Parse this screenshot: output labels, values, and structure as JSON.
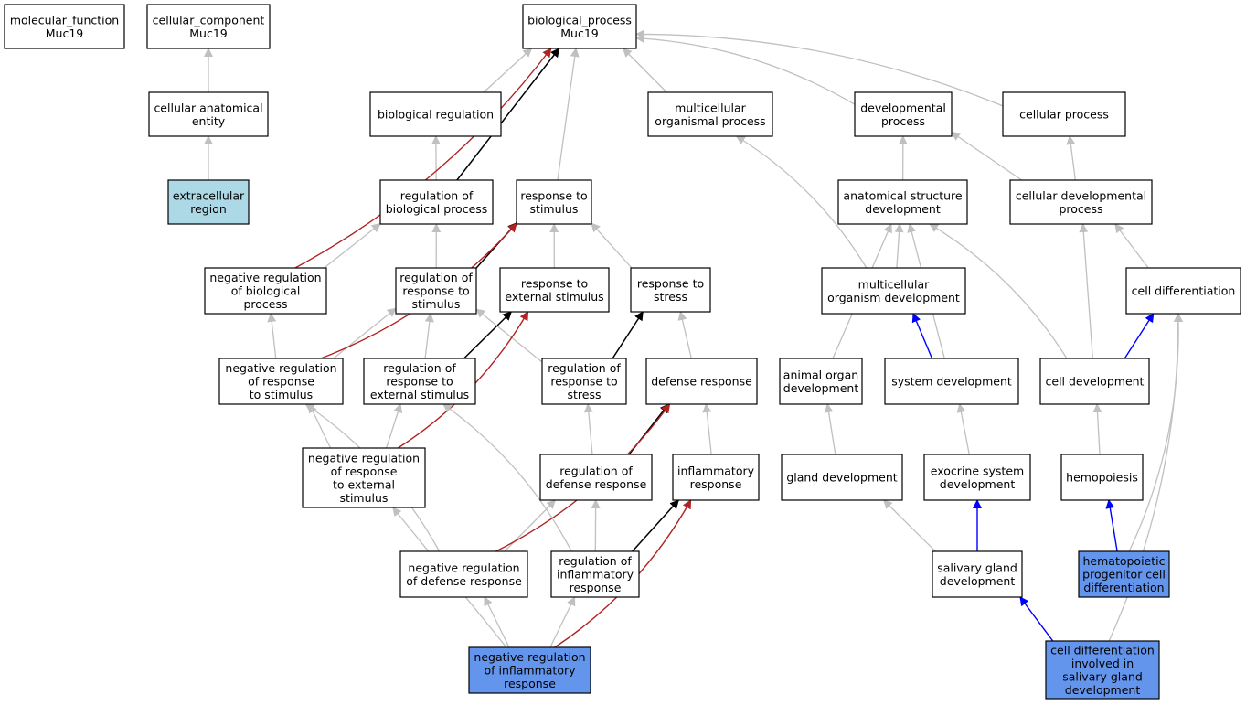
{
  "colors": {
    "node_fill": "#ffffff",
    "highlight_fill": "#6495ed",
    "extracellular_fill": "#add8e6",
    "edge_gray": "#c0c0c0",
    "edge_black": "#000000",
    "edge_red": "#b22222",
    "edge_blue": "#0000ff"
  },
  "nodes": [
    {
      "id": "molecular_function",
      "lines": [
        "molecular_function",
        "Muc19"
      ]
    },
    {
      "id": "cellular_component",
      "lines": [
        "cellular_component",
        "Muc19"
      ]
    },
    {
      "id": "biological_process",
      "lines": [
        "biological_process",
        "Muc19"
      ]
    },
    {
      "id": "cellular_anatomical_entity",
      "lines": [
        "cellular anatomical",
        "entity"
      ]
    },
    {
      "id": "extracellular_region",
      "lines": [
        "extracellular",
        "region"
      ],
      "fill": "extracellular"
    },
    {
      "id": "biological_regulation",
      "lines": [
        "biological regulation"
      ]
    },
    {
      "id": "multicellular_organismal_process",
      "lines": [
        "multicellular",
        "organismal process"
      ]
    },
    {
      "id": "developmental_process",
      "lines": [
        "developmental",
        "process"
      ]
    },
    {
      "id": "cellular_process",
      "lines": [
        "cellular process"
      ]
    },
    {
      "id": "regulation_of_biological_process",
      "lines": [
        "regulation of",
        "biological process"
      ]
    },
    {
      "id": "response_to_stimulus",
      "lines": [
        "response to",
        "stimulus"
      ]
    },
    {
      "id": "anatomical_structure_development",
      "lines": [
        "anatomical structure",
        "development"
      ]
    },
    {
      "id": "cellular_developmental_process",
      "lines": [
        "cellular developmental",
        "process"
      ]
    },
    {
      "id": "negative_regulation_of_biological_process",
      "lines": [
        "negative regulation",
        "of biological",
        "process"
      ]
    },
    {
      "id": "regulation_of_response_to_stimulus",
      "lines": [
        "regulation of",
        "response to",
        "stimulus"
      ]
    },
    {
      "id": "response_to_external_stimulus",
      "lines": [
        "response to",
        "external stimulus"
      ]
    },
    {
      "id": "response_to_stress",
      "lines": [
        "response to",
        "stress"
      ]
    },
    {
      "id": "multicellular_organism_development",
      "lines": [
        "multicellular",
        "organism development"
      ]
    },
    {
      "id": "cell_differentiation",
      "lines": [
        "cell differentiation"
      ]
    },
    {
      "id": "negative_regulation_of_response_to_stimulus",
      "lines": [
        "negative regulation",
        "of response",
        "to stimulus"
      ]
    },
    {
      "id": "regulation_of_response_to_external_stimulus",
      "lines": [
        "regulation of",
        "response to",
        "external stimulus"
      ]
    },
    {
      "id": "regulation_of_response_to_stress",
      "lines": [
        "regulation of",
        "response to",
        "stress"
      ]
    },
    {
      "id": "defense_response",
      "lines": [
        "defense response"
      ]
    },
    {
      "id": "animal_organ_development",
      "lines": [
        "animal organ",
        "development"
      ]
    },
    {
      "id": "system_development",
      "lines": [
        "system development"
      ]
    },
    {
      "id": "cell_development",
      "lines": [
        "cell development"
      ]
    },
    {
      "id": "negative_regulation_of_response_to_external_stimulus",
      "lines": [
        "negative regulation",
        "of response",
        "to external",
        "stimulus"
      ]
    },
    {
      "id": "regulation_of_defense_response",
      "lines": [
        "regulation of",
        "defense response"
      ]
    },
    {
      "id": "inflammatory_response",
      "lines": [
        "inflammatory",
        "response"
      ]
    },
    {
      "id": "gland_development",
      "lines": [
        "gland development"
      ]
    },
    {
      "id": "exocrine_system_development",
      "lines": [
        "exocrine system",
        "development"
      ]
    },
    {
      "id": "hemopoiesis",
      "lines": [
        "hemopoiesis"
      ]
    },
    {
      "id": "negative_regulation_of_defense_response",
      "lines": [
        "negative regulation",
        "of defense response"
      ]
    },
    {
      "id": "regulation_of_inflammatory_response",
      "lines": [
        "regulation of",
        "inflammatory",
        "response"
      ]
    },
    {
      "id": "salivary_gland_development",
      "lines": [
        "salivary gland",
        "development"
      ]
    },
    {
      "id": "hematopoietic_progenitor_cell_differentiation",
      "lines": [
        "hematopoietic",
        "progenitor cell",
        "differentiation"
      ],
      "fill": "highlight"
    },
    {
      "id": "negative_regulation_of_inflammatory_response",
      "lines": [
        "negative regulation",
        "of inflammatory",
        "response"
      ],
      "fill": "highlight"
    },
    {
      "id": "cell_differentiation_involved_in_salivary_gland_development",
      "lines": [
        "cell differentiation",
        "involved in",
        "salivary gland",
        "development"
      ],
      "fill": "highlight"
    }
  ],
  "edges": [
    {
      "from": "cellular_anatomical_entity",
      "to": "cellular_component",
      "type": "is_a"
    },
    {
      "from": "extracellular_region",
      "to": "cellular_anatomical_entity",
      "type": "is_a"
    },
    {
      "from": "biological_regulation",
      "to": "biological_process",
      "type": "is_a"
    },
    {
      "from": "multicellular_organismal_process",
      "to": "biological_process",
      "type": "is_a"
    },
    {
      "from": "developmental_process",
      "to": "biological_process",
      "type": "is_a"
    },
    {
      "from": "cellular_process",
      "to": "biological_process",
      "type": "is_a"
    },
    {
      "from": "regulation_of_biological_process",
      "to": "biological_regulation",
      "type": "is_a"
    },
    {
      "from": "regulation_of_biological_process",
      "to": "biological_process",
      "type": "regulates"
    },
    {
      "from": "response_to_stimulus",
      "to": "biological_process",
      "type": "is_a"
    },
    {
      "from": "negative_regulation_of_biological_process",
      "to": "biological_process",
      "type": "negatively_regulates"
    },
    {
      "from": "negative_regulation_of_biological_process",
      "to": "regulation_of_biological_process",
      "type": "is_a"
    },
    {
      "from": "anatomical_structure_development",
      "to": "developmental_process",
      "type": "is_a"
    },
    {
      "from": "cellular_developmental_process",
      "to": "developmental_process",
      "type": "is_a"
    },
    {
      "from": "cellular_developmental_process",
      "to": "cellular_process",
      "type": "is_a"
    },
    {
      "from": "regulation_of_response_to_stimulus",
      "to": "regulation_of_biological_process",
      "type": "is_a"
    },
    {
      "from": "regulation_of_response_to_stimulus",
      "to": "response_to_stimulus",
      "type": "regulates"
    },
    {
      "from": "response_to_external_stimulus",
      "to": "response_to_stimulus",
      "type": "is_a"
    },
    {
      "from": "response_to_stress",
      "to": "response_to_stimulus",
      "type": "is_a"
    },
    {
      "from": "multicellular_organism_development",
      "to": "anatomical_structure_development",
      "type": "is_a"
    },
    {
      "from": "multicellular_organism_development",
      "to": "multicellular_organismal_process",
      "type": "is_a"
    },
    {
      "from": "cell_differentiation",
      "to": "cellular_developmental_process",
      "type": "is_a"
    },
    {
      "from": "negative_regulation_of_response_to_stimulus",
      "to": "negative_regulation_of_biological_process",
      "type": "is_a"
    },
    {
      "from": "negative_regulation_of_response_to_stimulus",
      "to": "regulation_of_response_to_stimulus",
      "type": "is_a"
    },
    {
      "from": "negative_regulation_of_response_to_stimulus",
      "to": "response_to_stimulus",
      "type": "negatively_regulates"
    },
    {
      "from": "regulation_of_response_to_external_stimulus",
      "to": "regulation_of_response_to_stimulus",
      "type": "is_a"
    },
    {
      "from": "regulation_of_response_to_external_stimulus",
      "to": "response_to_external_stimulus",
      "type": "regulates"
    },
    {
      "from": "regulation_of_response_to_stress",
      "to": "regulation_of_response_to_stimulus",
      "type": "is_a"
    },
    {
      "from": "regulation_of_response_to_stress",
      "to": "response_to_stress",
      "type": "regulates"
    },
    {
      "from": "defense_response",
      "to": "response_to_stress",
      "type": "is_a"
    },
    {
      "from": "animal_organ_development",
      "to": "anatomical_structure_development",
      "type": "is_a"
    },
    {
      "from": "system_development",
      "to": "anatomical_structure_development",
      "type": "is_a"
    },
    {
      "from": "system_development",
      "to": "multicellular_organism_development",
      "type": "part_of"
    },
    {
      "from": "cell_development",
      "to": "anatomical_structure_development",
      "type": "is_a"
    },
    {
      "from": "cell_development",
      "to": "cellular_developmental_process",
      "type": "is_a"
    },
    {
      "from": "cell_development",
      "to": "cell_differentiation",
      "type": "part_of"
    },
    {
      "from": "negative_regulation_of_response_to_external_stimulus",
      "to": "negative_regulation_of_response_to_stimulus",
      "type": "is_a"
    },
    {
      "from": "negative_regulation_of_response_to_external_stimulus",
      "to": "regulation_of_response_to_external_stimulus",
      "type": "is_a"
    },
    {
      "from": "negative_regulation_of_response_to_external_stimulus",
      "to": "response_to_external_stimulus",
      "type": "negatively_regulates"
    },
    {
      "from": "regulation_of_defense_response",
      "to": "regulation_of_response_to_stress",
      "type": "is_a"
    },
    {
      "from": "regulation_of_defense_response",
      "to": "defense_response",
      "type": "regulates"
    },
    {
      "from": "inflammatory_response",
      "to": "defense_response",
      "type": "is_a"
    },
    {
      "from": "gland_development",
      "to": "animal_organ_development",
      "type": "is_a"
    },
    {
      "from": "exocrine_system_development",
      "to": "system_development",
      "type": "is_a"
    },
    {
      "from": "hemopoiesis",
      "to": "cell_development",
      "type": "is_a"
    },
    {
      "from": "negative_regulation_of_defense_response",
      "to": "negative_regulation_of_response_to_stimulus",
      "type": "is_a"
    },
    {
      "from": "negative_regulation_of_defense_response",
      "to": "regulation_of_defense_response",
      "type": "is_a"
    },
    {
      "from": "negative_regulation_of_defense_response",
      "to": "defense_response",
      "type": "negatively_regulates"
    },
    {
      "from": "regulation_of_inflammatory_response",
      "to": "regulation_of_response_to_external_stimulus",
      "type": "is_a"
    },
    {
      "from": "regulation_of_inflammatory_response",
      "to": "regulation_of_defense_response",
      "type": "is_a"
    },
    {
      "from": "regulation_of_inflammatory_response",
      "to": "inflammatory_response",
      "type": "regulates"
    },
    {
      "from": "salivary_gland_development",
      "to": "gland_development",
      "type": "is_a"
    },
    {
      "from": "salivary_gland_development",
      "to": "exocrine_system_development",
      "type": "part_of"
    },
    {
      "from": "hematopoietic_progenitor_cell_differentiation",
      "to": "hemopoiesis",
      "type": "part_of"
    },
    {
      "from": "hematopoietic_progenitor_cell_differentiation",
      "to": "cell_differentiation",
      "type": "is_a"
    },
    {
      "from": "negative_regulation_of_inflammatory_response",
      "to": "negative_regulation_of_response_to_external_stimulus",
      "type": "is_a"
    },
    {
      "from": "negative_regulation_of_inflammatory_response",
      "to": "negative_regulation_of_defense_response",
      "type": "is_a"
    },
    {
      "from": "negative_regulation_of_inflammatory_response",
      "to": "regulation_of_inflammatory_response",
      "type": "is_a"
    },
    {
      "from": "negative_regulation_of_inflammatory_response",
      "to": "inflammatory_response",
      "type": "negatively_regulates"
    },
    {
      "from": "cell_differentiation_involved_in_salivary_gland_development",
      "to": "salivary_gland_development",
      "type": "part_of"
    },
    {
      "from": "cell_differentiation_involved_in_salivary_gland_development",
      "to": "cell_differentiation",
      "type": "is_a"
    }
  ]
}
